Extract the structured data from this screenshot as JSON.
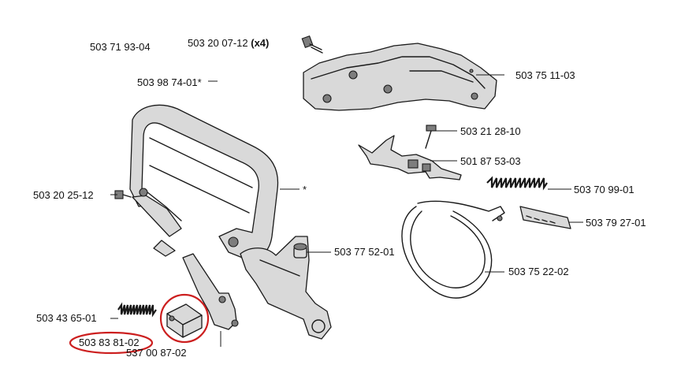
{
  "labels": {
    "l1": "503 71 93-04",
    "l2": "503 20 07-12",
    "l2_qty": "(x4)",
    "l3": "503 75 11-03",
    "l4": "503 98 74-01*",
    "l5": "503 21 28-10",
    "l6": "501 87 53-03",
    "l7": "503 20 25-12",
    "l8": "503 70 99-01",
    "l9": "503 79 27-01",
    "l10": "503 77 52-01",
    "l11": "503 75 22-02",
    "l12": "503 43 65-01",
    "l13": "503 83 81-02",
    "l14": "537 00 87-02",
    "star": "*"
  },
  "highlight_color": "#cc1f1f"
}
